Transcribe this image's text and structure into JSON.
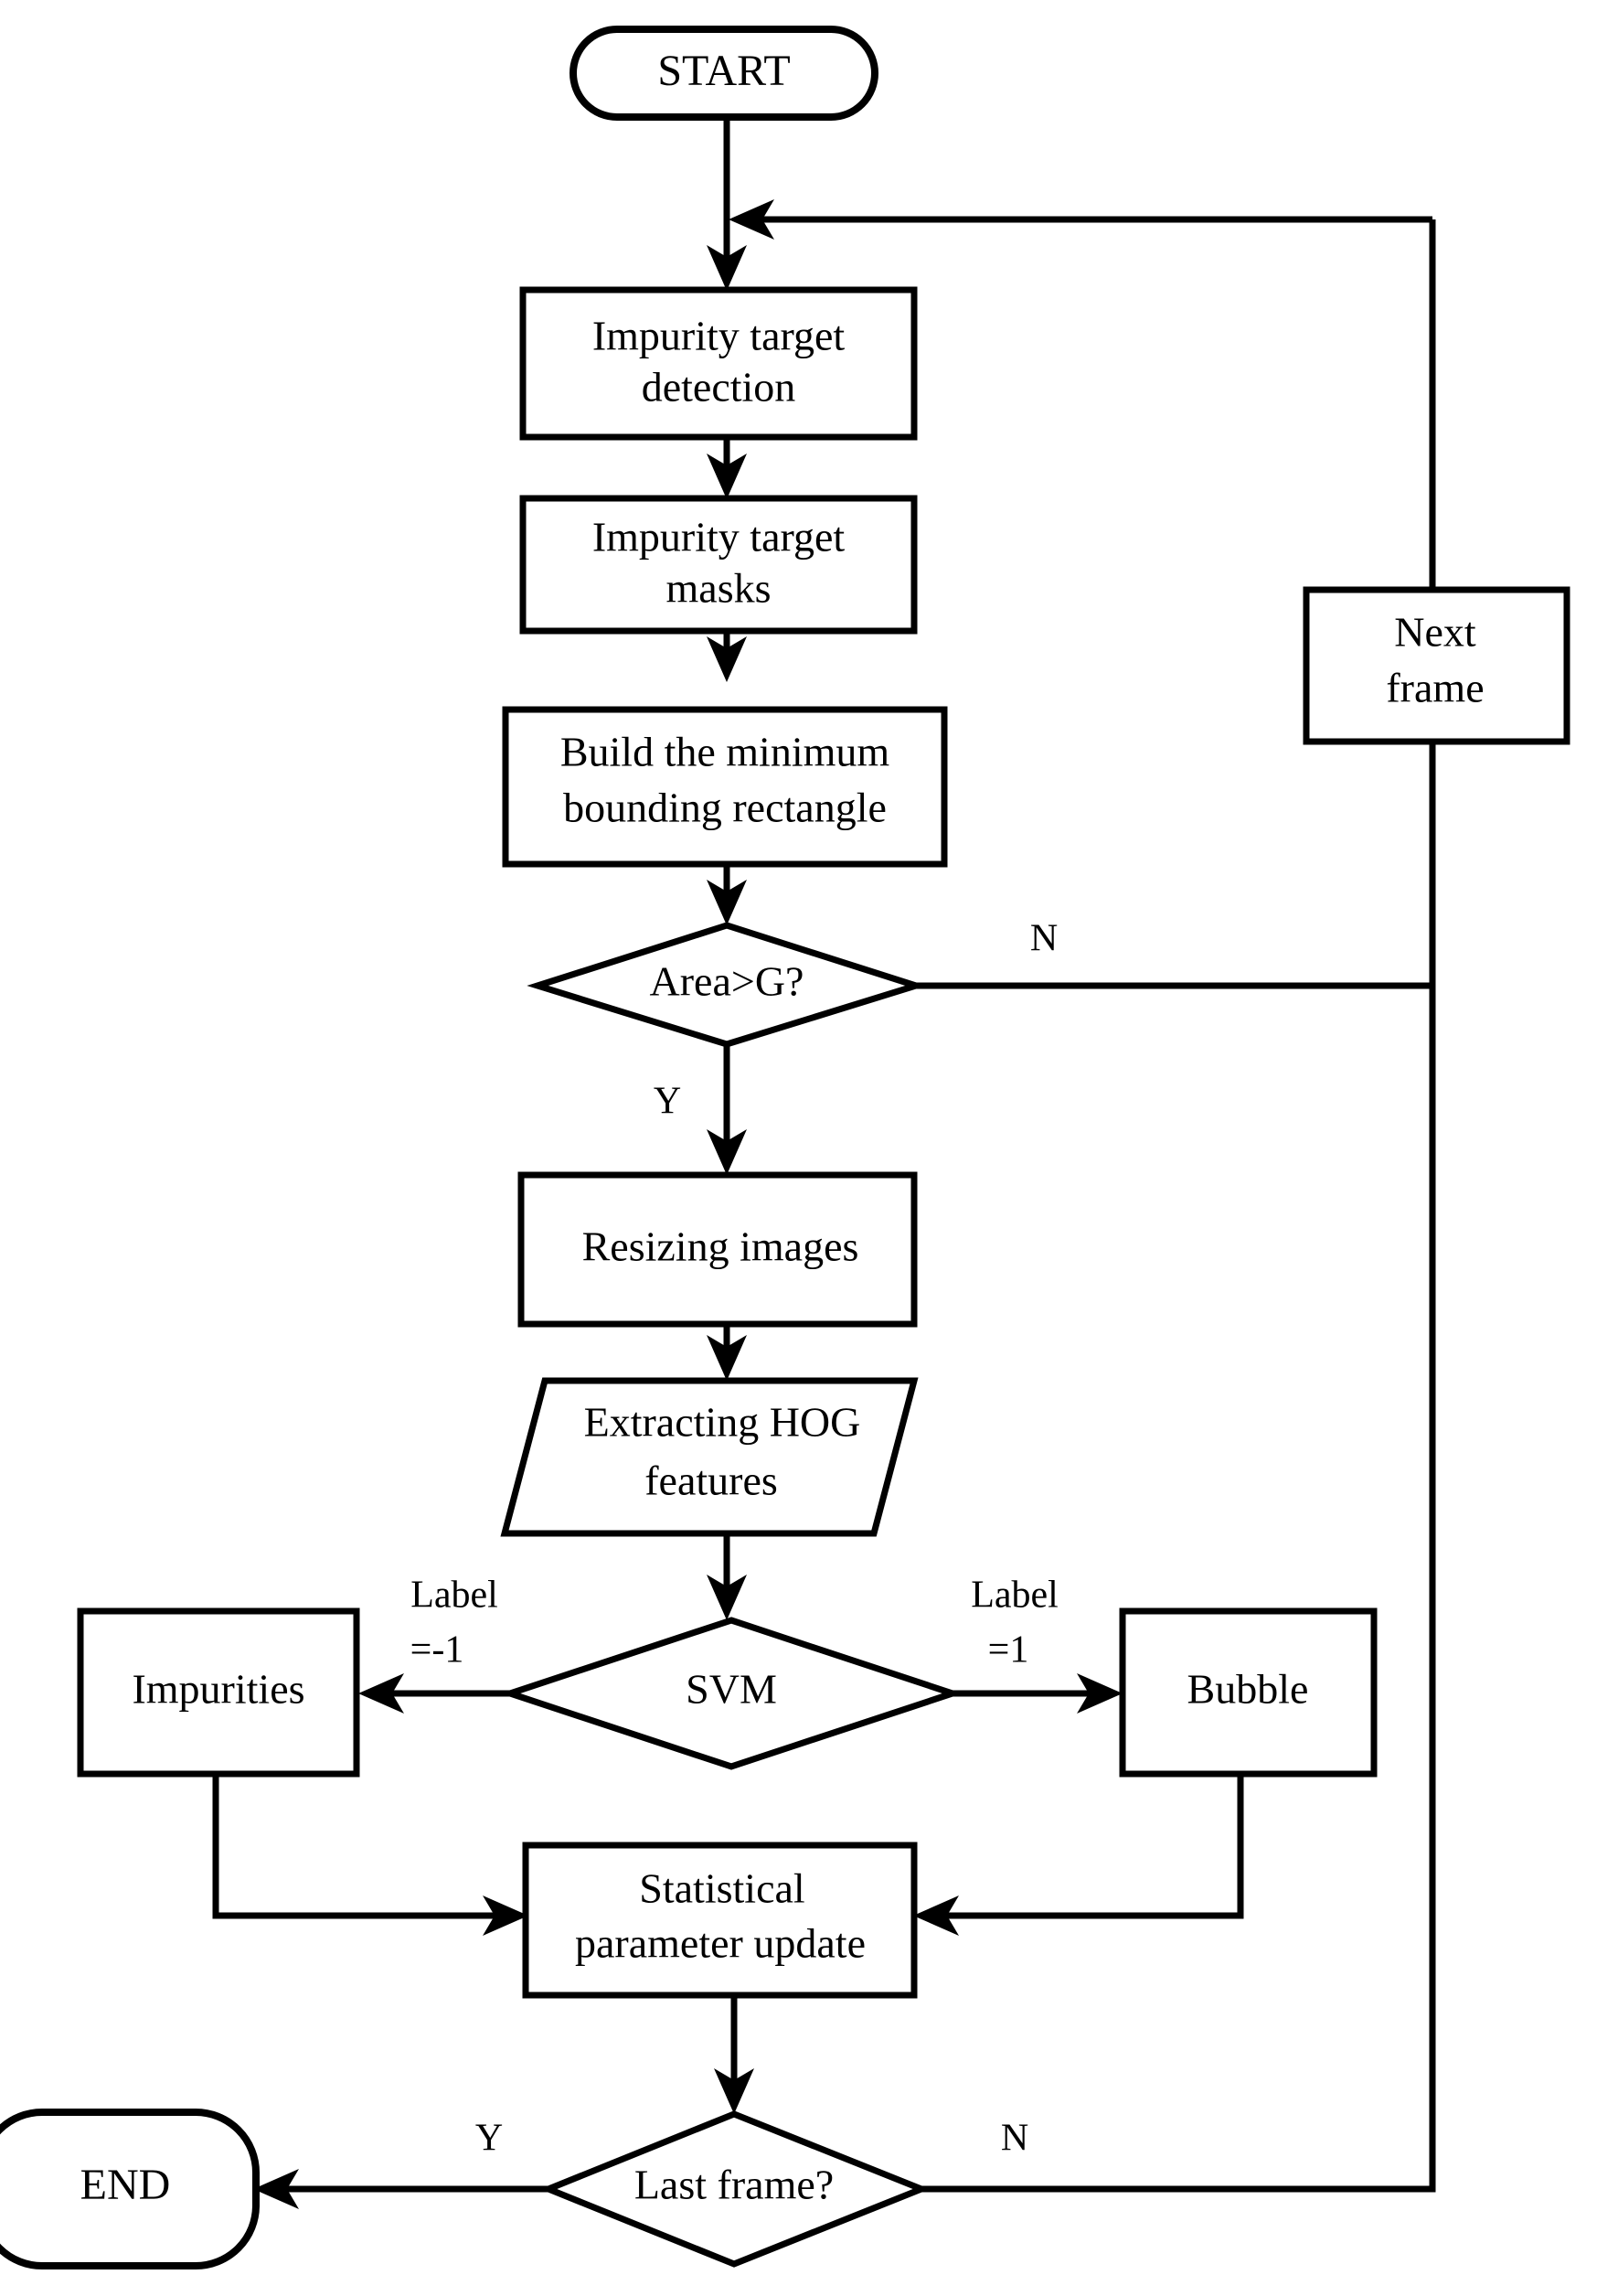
{
  "diagram": {
    "title": "Impurity and bubble classification flowchart",
    "type": "flowchart",
    "background_color": "#ffffff",
    "line_color": "#000000",
    "fill_color": "#ffffff"
  },
  "nodes": {
    "start": {
      "label": "START",
      "shape": "terminal"
    },
    "impurity_detection": {
      "label_line1": "Impurity target",
      "label_line2": "detection",
      "shape": "process"
    },
    "impurity_masks": {
      "label_line1": "Impurity target",
      "label_line2": "masks",
      "shape": "process"
    },
    "bounding_rectangle": {
      "label_line1": "Build the minimum",
      "label_line2": "bounding rectangle",
      "shape": "process"
    },
    "area_decision": {
      "label": "Area>G?",
      "shape": "decision"
    },
    "next_frame": {
      "label_line1": "Next",
      "label_line2": "frame",
      "shape": "process"
    },
    "resizing_images": {
      "label": "Resizing images",
      "shape": "process"
    },
    "hog_features": {
      "label_line1": "Extracting HOG",
      "label_line2": "features",
      "shape": "data"
    },
    "svm_decision": {
      "label": "SVM",
      "shape": "decision"
    },
    "impurities": {
      "label": "Impurities",
      "shape": "process"
    },
    "bubble": {
      "label": "Bubble",
      "shape": "process"
    },
    "statistical_update": {
      "label_line1": "Statistical",
      "label_line2": "parameter update",
      "shape": "process"
    },
    "last_frame_decision": {
      "label": "Last frame?",
      "shape": "decision"
    },
    "end": {
      "label": "END",
      "shape": "terminal"
    }
  },
  "edge_labels": {
    "area_no": "N",
    "area_yes": "Y",
    "svm_left_line1": "Label",
    "svm_left_line2": "=-1",
    "svm_right_line1": "Label",
    "svm_right_line2": "=1",
    "last_frame_yes": "Y",
    "last_frame_no": "N"
  }
}
